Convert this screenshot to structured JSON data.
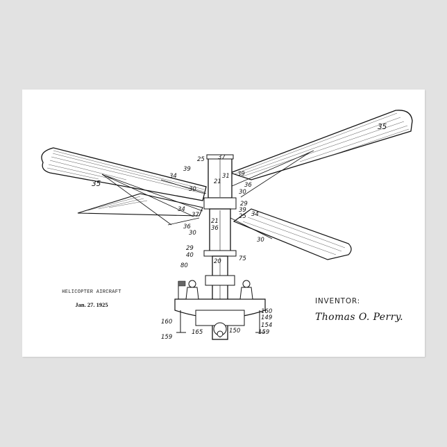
{
  "poster": {
    "background_color": "#e2e2e2",
    "paper_color": "#ffffff",
    "title": "HELICOPTER AIRCRAFT",
    "date": "Jan. 27. 1925",
    "inventor_label": "INVENTOR:",
    "inventor_signature": "Thomas O. Perry."
  },
  "drawing": {
    "subject": "helicopter-aircraft-patent-drawing",
    "reference_numerals": {
      "wing_left": "35",
      "wing_right": "35",
      "n25_top": "25",
      "n37_top": "37",
      "n39_a": "39",
      "n34_a": "34",
      "n39_b": "39",
      "n21_a": "21",
      "n31": "31",
      "n30_a": "30",
      "n36_a": "36",
      "n30_b": "30",
      "n29_a": "29",
      "n34_b": "34",
      "n37_b": "37",
      "n39_c": "39",
      "n25_b": "25",
      "n34_c": "34",
      "n21_b": "21",
      "n36_b": "36",
      "n36_c": "36",
      "n30_c": "30",
      "n30_d": "30",
      "n29_b": "29",
      "n40": "40",
      "n20": "20",
      "n75": "75",
      "n80": "80",
      "n160_a": "160",
      "n160_b": "160",
      "n149": "149",
      "n154": "154",
      "n159_a": "159",
      "n159_b": "159",
      "n165": "165",
      "n150": "150"
    }
  }
}
